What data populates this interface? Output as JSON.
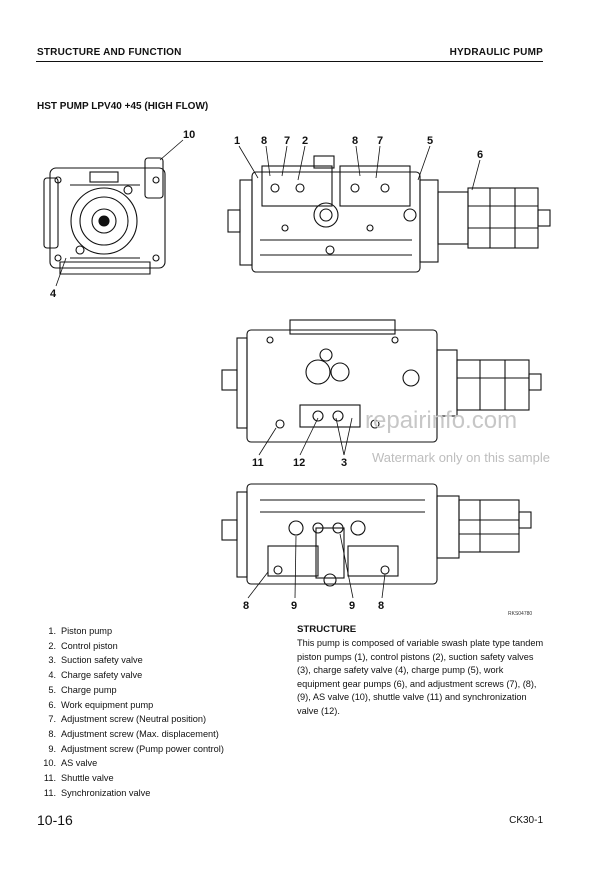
{
  "header": {
    "left": "STRUCTURE AND FUNCTION",
    "right": "HYDRAULIC PUMP"
  },
  "subtitle": "HST PUMP LPV40 +45 (HIGH FLOW)",
  "figure": {
    "callouts_top": [
      "10",
      "1",
      "8",
      "7",
      "2",
      "8",
      "7",
      "5",
      "6",
      "4"
    ],
    "callouts_mid": [
      "11",
      "12",
      "3"
    ],
    "callouts_bottom": [
      "8",
      "9",
      "9",
      "8"
    ],
    "figure_ref": "RKS04780",
    "watermark_line1": "repairinfo.com",
    "watermark_line2": "Watermark only on this sample"
  },
  "parts": [
    {
      "num": "1.",
      "label": "Piston pump"
    },
    {
      "num": "2.",
      "label": "Control piston"
    },
    {
      "num": "3.",
      "label": "Suction safety valve"
    },
    {
      "num": "4.",
      "label": "Charge safety valve"
    },
    {
      "num": "5.",
      "label": "Charge pump"
    },
    {
      "num": "6.",
      "label": "Work equipment pump"
    },
    {
      "num": "7.",
      "label": "Adjustment screw (Neutral position)"
    },
    {
      "num": "8.",
      "label": "Adjustment screw (Max. displacement)"
    },
    {
      "num": "9.",
      "label": "Adjustment screw (Pump power control)"
    },
    {
      "num": "10.",
      "label": "AS valve"
    },
    {
      "num": "11.",
      "label": "Shuttle valve"
    },
    {
      "num": "11.",
      "label": "Synchronization valve"
    }
  ],
  "structure": {
    "heading": "STRUCTURE",
    "text": "This pump is composed of variable swash plate type tandem piston pumps (1), control pistons (2), suction safety valves (3), charge safety valve (4), charge pump (5), work equipment gear pumps (6), and adjustment screws (7), (8), (9), AS valve (10), shuttle valve (11) and synchronization valve (12)."
  },
  "footer": {
    "page": "10-16",
    "code": "CK30-1"
  }
}
